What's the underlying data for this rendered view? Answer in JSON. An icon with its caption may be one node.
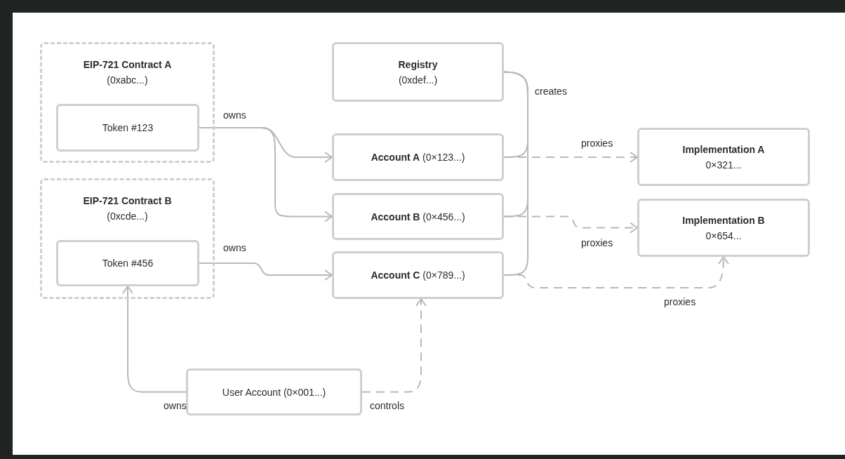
{
  "diagram": {
    "nodes": [
      {
        "text": [
          "EIP-721 Contract A",
          "(0xabc...)"
        ]
      },
      {
        "text": [
          "Token #123"
        ],
        "in": 0
      },
      {
        "text": [
          "EIP-721 Contract B",
          "(0xcde...)"
        ]
      },
      {
        "text": [
          "Token #456"
        ],
        "in": 2
      },
      {
        "text": [
          "Registry",
          "(0xdef...)"
        ]
      },
      {
        "text": [
          "**Account A** (0×123...)"
        ]
      },
      {
        "text": [
          "**Account B** (0×456...)"
        ]
      },
      {
        "text": [
          "**Account C** (0×789...)"
        ]
      },
      {
        "text": [
          "Implementation A",
          "0×321..."
        ]
      },
      {
        "text": [
          "Implementation B",
          "0×654..."
        ]
      },
      {
        "text": [
          "User Account (0×001...)"
        ]
      }
    ],
    "edges": [
      {
        "from": 1,
        "to": 5,
        "arrow": "to",
        "label": "owns"
      },
      {
        "from": 1,
        "to": 6,
        "arrow": "to"
      },
      {
        "from": 3,
        "to": 7,
        "arrow": "to",
        "label": "owns"
      },
      {
        "from": 4,
        "to": 5,
        "arrow": "none",
        "label": "creates"
      },
      {
        "from": 4,
        "to": 6,
        "arrow": "none"
      },
      {
        "from": 4,
        "to": 7,
        "arrow": "none"
      },
      {
        "from": 5,
        "to": 8,
        "arrow": "to",
        "label": "proxies",
        "style": "dashed"
      },
      {
        "from": 6,
        "to": 9,
        "arrow": "to",
        "label": "proxies",
        "style": "dashed"
      },
      {
        "from": 7,
        "to": 9,
        "arrow": "to",
        "label": "proxies",
        "style": "dashed"
      },
      {
        "from": 10,
        "to": 3,
        "arrow": "to",
        "label": "owns"
      },
      {
        "from": 10,
        "to": 7,
        "arrow": "to",
        "label": "controls",
        "style": "dashed"
      }
    ]
  }
}
